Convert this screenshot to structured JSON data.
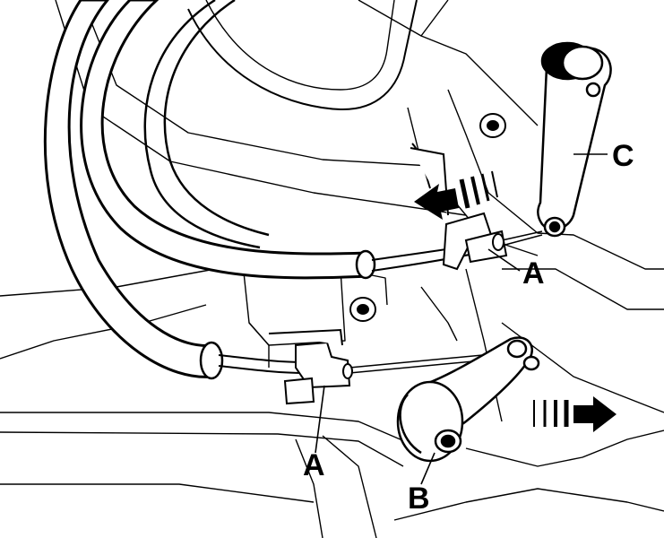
{
  "labels": {
    "cable_upper": "A",
    "cable_lower": "A",
    "lever_b": "B",
    "lever_c": "C"
  },
  "colors": {
    "ink": "#000000",
    "paper": "#ffffff",
    "hatch": "#555555"
  }
}
